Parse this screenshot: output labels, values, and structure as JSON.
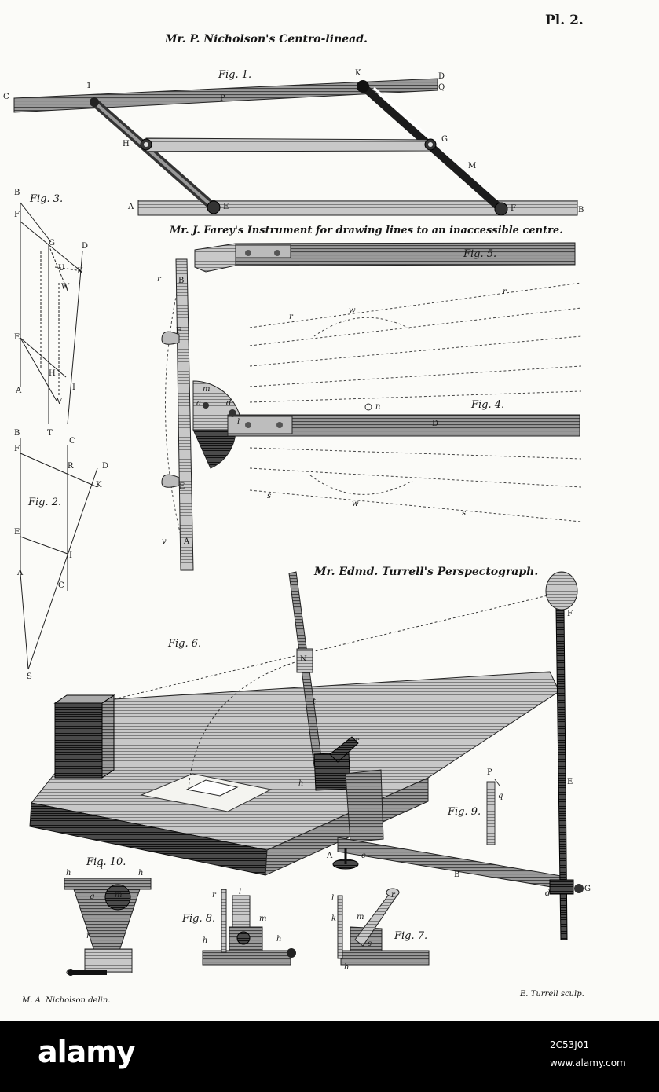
{
  "plate_number": "Pl. 2.",
  "titles": {
    "centro_linead": "Mr. P. Nicholson's Centro-linead.",
    "farey": "Mr. J. Farey's Instrument for drawing lines to an inaccessible centre.",
    "turrell": "Mr. Edmd. Turrell's Perspectograph."
  },
  "figure_labels": {
    "fig1": "Fig. 1.",
    "fig2": "Fig. 2.",
    "fig3": "Fig. 3.",
    "fig4": "Fig. 4.",
    "fig5": "Fig. 5.",
    "fig6": "Fig. 6.",
    "fig7": "Fig. 7.",
    "fig8": "Fig. 8.",
    "fig9": "Fig. 9.",
    "fig10": "Fig. 10."
  },
  "credits": {
    "delineator": "M. A. Nicholson delin.",
    "engraver": "E. Turrell sculp."
  },
  "watermark": {
    "logo": "alamy",
    "image_id": "2C53J01",
    "site": "www.alamy.com"
  },
  "letters": {
    "fig1": [
      "C",
      "1",
      "P",
      "K",
      "D",
      "Q",
      "H",
      "G",
      "M",
      "A",
      "E",
      "F",
      "B"
    ],
    "fig3": [
      "B",
      "F",
      "G",
      "D",
      "U",
      "K",
      "W",
      "E",
      "H",
      "I",
      "A",
      "V",
      "T"
    ],
    "fig2": [
      "B",
      "C",
      "F",
      "R",
      "D",
      "K",
      "E",
      "I",
      "A",
      "C",
      "S"
    ],
    "fig4": [
      "B",
      "r",
      "r",
      "w",
      "r",
      "F",
      "m",
      "a",
      "d",
      "l",
      "n",
      "D",
      "E",
      "w",
      "s",
      "s",
      "v",
      "A"
    ],
    "fig6": [
      "N",
      "t",
      "F",
      "r",
      "h",
      "E",
      "q",
      "A",
      "c",
      "B",
      "d",
      "G",
      "P"
    ],
    "fig10": [
      "l",
      "h",
      "h",
      "g",
      "m",
      "r",
      "c"
    ],
    "fig8": [
      "r",
      "l",
      "m",
      "h",
      "h"
    ],
    "fig7": [
      "l",
      "r",
      "k",
      "m",
      "s",
      "h"
    ]
  },
  "colors": {
    "ink": "#161616",
    "paper": "#fbfbf8",
    "band": "#000000"
  }
}
